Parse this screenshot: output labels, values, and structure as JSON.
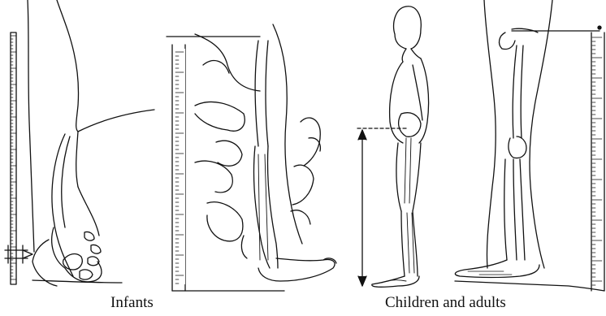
{
  "captions": {
    "infants": "Infants",
    "children_adults": "Children and adults"
  },
  "panels": [
    {
      "id": "infant-side",
      "icon": "infant-leg-with-ruler"
    },
    {
      "id": "infant-front",
      "icon": "infant-leg-with-measuring-board"
    },
    {
      "id": "child-standing",
      "icon": "standing-figure-with-height-arrow"
    },
    {
      "id": "adult-leg",
      "icon": "adult-leg-with-vertical-ruler"
    }
  ],
  "colors": {
    "line": "#111111",
    "background": "#ffffff"
  }
}
